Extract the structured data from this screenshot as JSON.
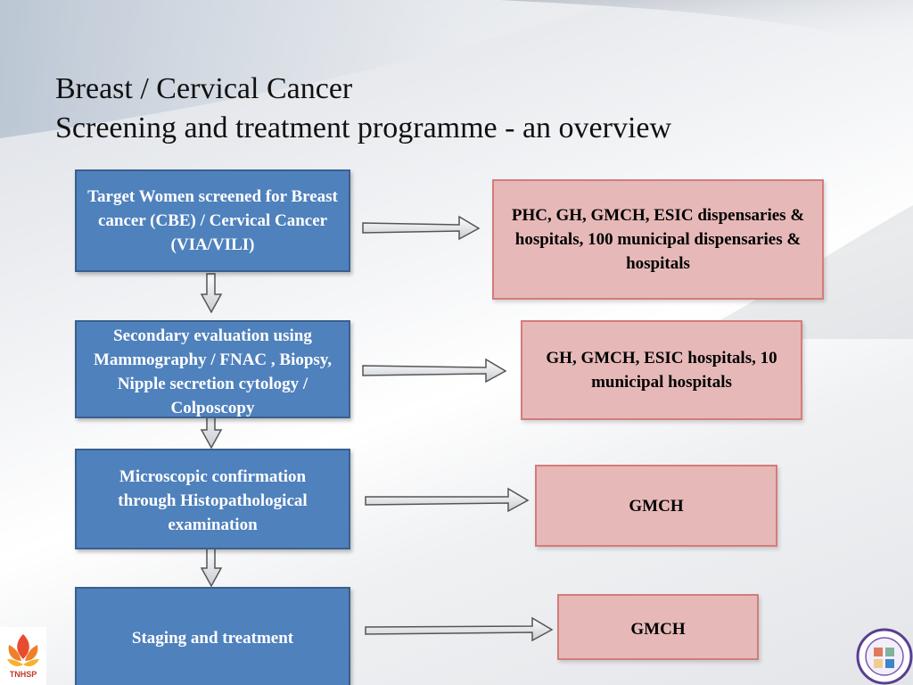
{
  "title": {
    "line1": "Breast / Cervical Cancer",
    "line2": "Screening and treatment programme - an overview"
  },
  "steps": [
    {
      "label": "Target Women screened for Breast cancer (CBE) / Cervical Cancer (VIA/VILI)",
      "facility": "PHC, GH, GMCH, ESIC dispensaries & hospitals, 100 municipal dispensaries & hospitals"
    },
    {
      "label": "Secondary evaluation using Mammography / FNAC , Biopsy, Nipple secretion cytology / Colposcopy",
      "facility": "GH, GMCH, ESIC hospitals, 10 municipal hospitals"
    },
    {
      "label": "Microscopic confirmation through Histopathological examination",
      "facility": "GMCH"
    },
    {
      "label": "Staging and treatment",
      "facility": "GMCH"
    }
  ],
  "logos": {
    "left_text": "TNHSP"
  },
  "colors": {
    "step_box": "#4f81bd",
    "facility_box": "#e6b9b8"
  }
}
